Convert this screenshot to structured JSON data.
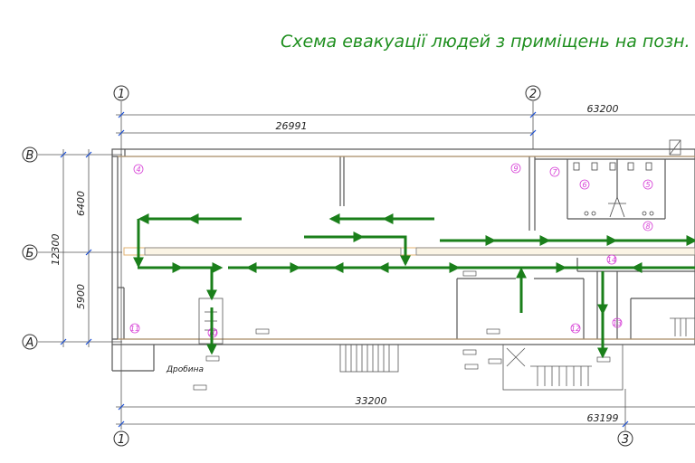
{
  "title": "Схема евакуації людей з приміщень на позн. підвальн",
  "axes": {
    "col_1_top": "1",
    "col_2_top": "2",
    "col_1_bottom": "1",
    "col_3_bottom": "3",
    "row_v": "В",
    "row_b": "Б",
    "row_a": "А"
  },
  "dimensions": {
    "top_total": "63200",
    "top_segment": "26991",
    "left_upper": "6400",
    "left_total": "12300",
    "left_lower": "5900",
    "bottom_segment": "33200",
    "bottom_total": "63199"
  },
  "rooms": [
    "4",
    "7",
    "8",
    "5",
    "6",
    "9",
    "10",
    "11",
    "12",
    "13",
    "14"
  ],
  "note": "Дробина",
  "colors": {
    "evacuation_arrow": "#1a7f1a",
    "wall": "#555555",
    "corridor": "#e0b070",
    "room_number": "#d63fd6"
  }
}
